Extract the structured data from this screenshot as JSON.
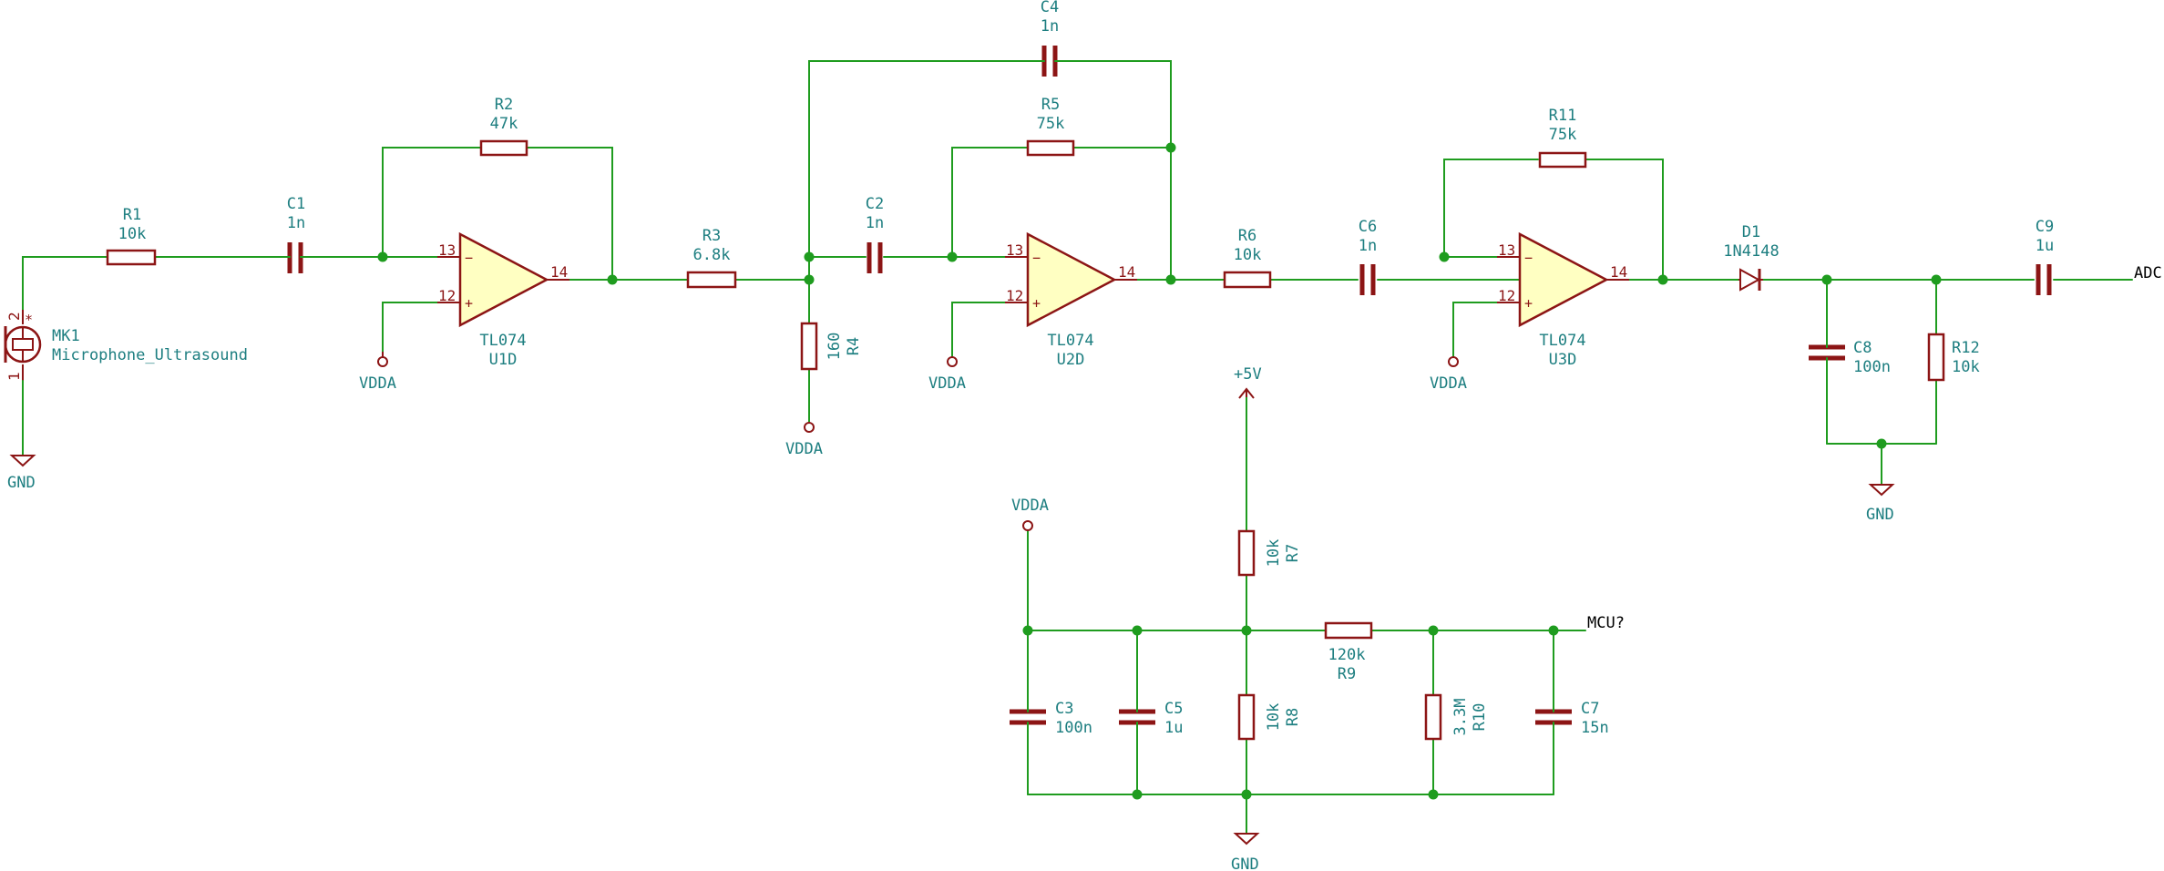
{
  "components": {
    "R1": {
      "ref": "R1",
      "value": "10k"
    },
    "R2": {
      "ref": "R2",
      "value": "47k"
    },
    "R3": {
      "ref": "R3",
      "value": "6.8k"
    },
    "R4": {
      "ref": "R4",
      "value": "160"
    },
    "R5": {
      "ref": "R5",
      "value": "75k"
    },
    "R6": {
      "ref": "R6",
      "value": "10k"
    },
    "R7": {
      "ref": "R7",
      "value": "10k"
    },
    "R8": {
      "ref": "R8",
      "value": "10k"
    },
    "R9": {
      "ref": "R9",
      "value": "120k"
    },
    "R10": {
      "ref": "R10",
      "value": "3.3M"
    },
    "R11": {
      "ref": "R11",
      "value": "75k"
    },
    "R12": {
      "ref": "R12",
      "value": "10k"
    },
    "C1": {
      "ref": "C1",
      "value": "1n"
    },
    "C2": {
      "ref": "C2",
      "value": "1n"
    },
    "C3": {
      "ref": "C3",
      "value": "100n"
    },
    "C4": {
      "ref": "C4",
      "value": "1n"
    },
    "C5": {
      "ref": "C5",
      "value": "1u"
    },
    "C6": {
      "ref": "C6",
      "value": "1n"
    },
    "C7": {
      "ref": "C7",
      "value": "15n"
    },
    "C8": {
      "ref": "C8",
      "value": "100n"
    },
    "C9": {
      "ref": "C9",
      "value": "1u"
    },
    "D1": {
      "ref": "D1",
      "value": "1N4148"
    },
    "MK1": {
      "ref": "MK1",
      "value": "Microphone_Ultrasound"
    },
    "U1D": {
      "ref": "U1D",
      "value": "TL074"
    },
    "U2D": {
      "ref": "U2D",
      "value": "TL074"
    },
    "U3D": {
      "ref": "U3D",
      "value": "TL074"
    }
  },
  "power": {
    "gnd": "GND",
    "vdda": "VDDA",
    "plus5v": "+5V"
  },
  "nets": {
    "adc": "ADC",
    "mcu": "MCU?"
  },
  "pins": {
    "inv": "13",
    "noninv": "12",
    "out": "14",
    "mk_top": "2",
    "mk_bottom": "1"
  },
  "signs": {
    "minus": "−",
    "plus": "+"
  },
  "colors": {
    "wire": "#1f9c1f",
    "component": "#8c1515",
    "opamp_fill": "#ffffc2",
    "label_text": "#1d7e80",
    "net_label": "#000000"
  }
}
